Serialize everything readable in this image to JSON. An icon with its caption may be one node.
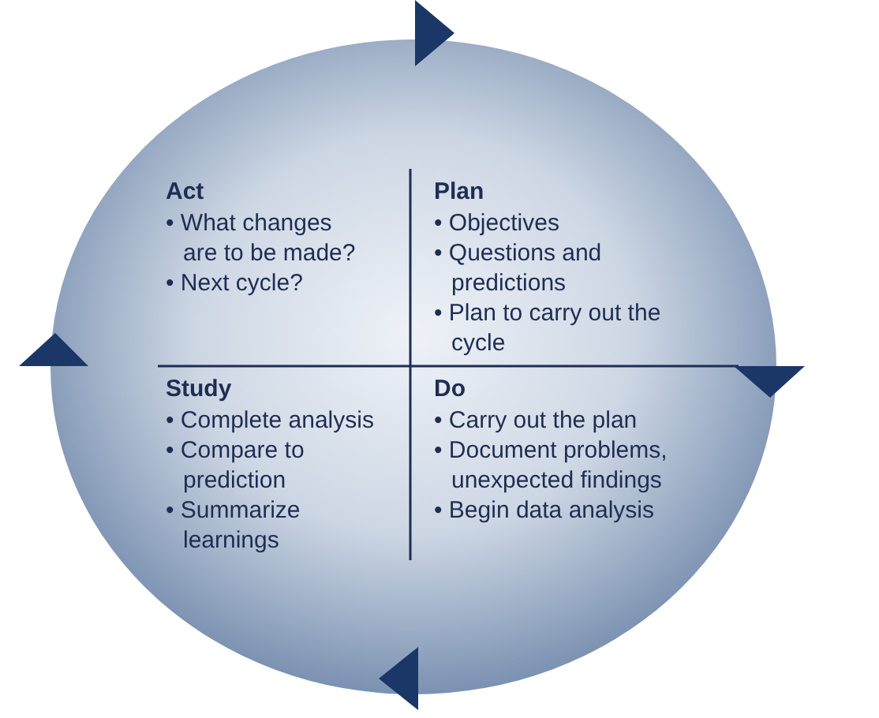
{
  "diagram": {
    "nodes": [
      {
        "text": [],
        "shape": "circle"
      },
      {
        "text": [
          "Act",
          "• What changes are to be made?",
          "• Next cycle?"
        ],
        "in": 0
      },
      {
        "text": [
          "Plan",
          "• Objectives",
          "• Questions and predictions",
          "• Plan to carry out the cycle"
        ],
        "in": 0
      },
      {
        "text": [
          "Study",
          "• Complete analysis",
          "• Compare to prediction",
          "• Summarize learnings"
        ],
        "in": 0
      },
      {
        "text": [
          "Do",
          "• Carry out the plan",
          "• Document problems, unexpected findings",
          "• Begin data analysis"
        ],
        "in": 0
      }
    ]
  }
}
